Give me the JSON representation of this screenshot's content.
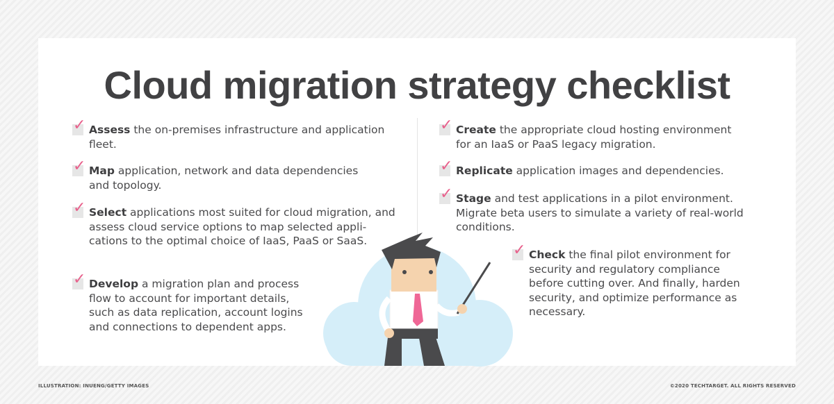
{
  "title": "Cloud migration strategy checklist",
  "left_items": [
    {
      "bold": "Assess",
      "text": " the on-premises infrastructure and application fleet."
    },
    {
      "bold": "Map",
      "text": " application, network and data dependencies and topology."
    },
    {
      "bold": "Select",
      "text": " applications most suited for cloud migration, and assess cloud service options to map selected appli-cations to the optimal choice of IaaS, PaaS or SaaS."
    },
    {
      "bold": "Develop",
      "text": " a migration plan and process flow to account for important details, such as data replication, account logins and connections to dependent apps."
    }
  ],
  "right_items": [
    {
      "bold": "Create",
      "text": " the appropriate cloud hosting environment for an IaaS or PaaS legacy migration."
    },
    {
      "bold": "Replicate",
      "text": " application images and dependencies."
    },
    {
      "bold": "Stage",
      "text": " and test applications in a pilot environment. Migrate beta users to simulate a variety of real-world conditions."
    },
    {
      "bold": "Check",
      "text": " the final pilot environment for security and regulatory compliance before cutting over. And finally, harden security, and optimize performance as necessary."
    }
  ],
  "footer": {
    "credit": "ILLUSTRATION: INUENG/GETTY IMAGES",
    "copyright": "©2020 TECHTARGET. ALL RIGHTS RESERVED"
  },
  "colors": {
    "check": "#e8618c",
    "cloud": "#d5eef9",
    "text": "#4a4a4c"
  }
}
